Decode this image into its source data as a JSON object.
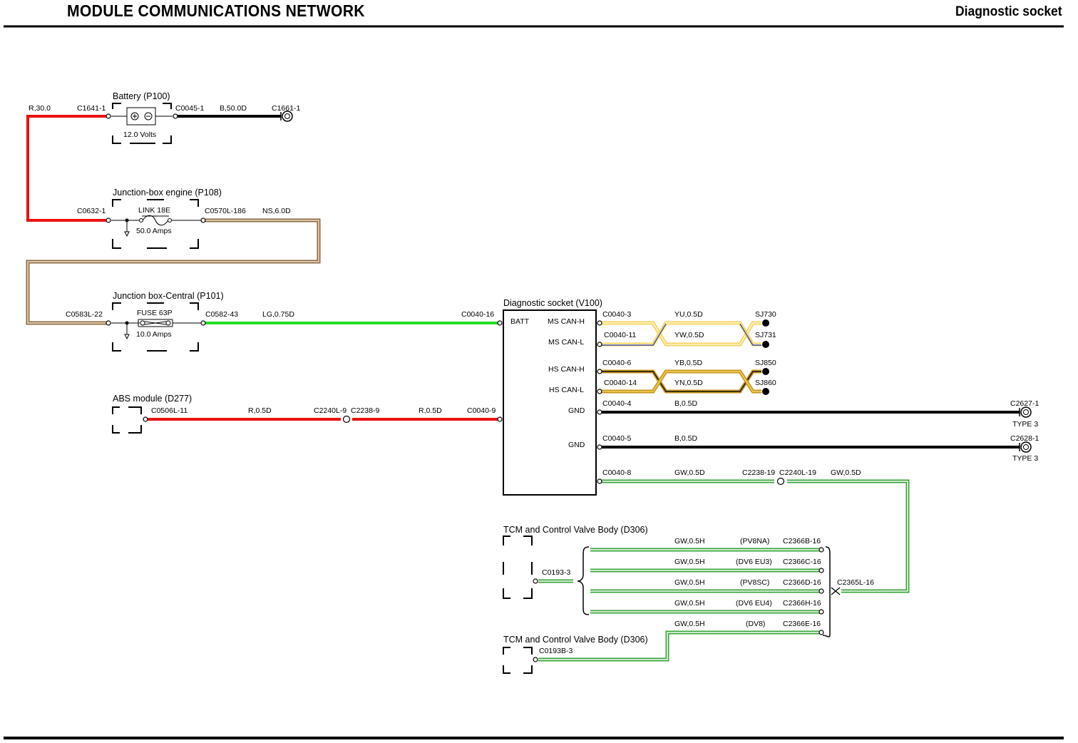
{
  "header": {
    "title": "MODULE COMMUNICATIONS NETWORK",
    "subtitle": "Diagnostic socket"
  },
  "colors": {
    "red": "#ee1111",
    "black": "#000000",
    "brown": "#a0784c",
    "natural": "#e8dcc8",
    "green": "#22dd22",
    "gw_green": "#3aa53a",
    "yellow": "#f4d35a",
    "blue": "#2233aa",
    "ochre": "#c8961e"
  },
  "components": {
    "battery": {
      "name": "Battery (P100)",
      "rating": "12.0 Volts"
    },
    "jb_engine": {
      "name": "Junction-box engine (P108)",
      "link": "LINK 18E",
      "rating": "50.0 Amps"
    },
    "jb_central": {
      "name": "Junction box-Central (P101)",
      "fuse": "FUSE 63P",
      "rating": "10.0 Amps"
    },
    "abs": {
      "name": "ABS module (D277)"
    },
    "diag": {
      "name": "Diagnostic socket (V100)",
      "pins": [
        "BATT",
        "MS CAN-H",
        "MS CAN-L",
        "HS CAN-H",
        "HS CAN-L",
        "GND",
        "GND"
      ]
    },
    "tcm1": {
      "name": "TCM and Control Valve Body (D306)"
    },
    "tcm2": {
      "name": "TCM and Control Valve Body (D306)"
    }
  },
  "connectors": {
    "c1641": "C1641-1",
    "c0045": "C0045-1",
    "c1661": "C1661-1",
    "c0632": "C0632-1",
    "c0570": "C0570L-186",
    "c0583": "C0583L-22",
    "c0582": "C0582-43",
    "c0040_16": "C0040-16",
    "c0506": "C0506L-11",
    "c2240_9": "C2240L-9",
    "c2238_9": "C2238-9",
    "c0040_9": "C0040-9",
    "c0040_3": "C0040-3",
    "c0040_11": "C0040-11",
    "c0040_6": "C0040-6",
    "c0040_14": "C0040-14",
    "c0040_4": "C0040-4",
    "c0040_5": "C0040-5",
    "c0040_8": "C0040-8",
    "sj730": "SJ730",
    "sj731": "SJ731",
    "sj850": "SJ850",
    "sj860": "SJ860",
    "c2627": "C2627-1",
    "c2628": "C2628-1",
    "type3a": "TYPE 3",
    "type3b": "TYPE 3",
    "c2238_19": "C2238-19",
    "c2240_19": "C2240L-19",
    "c2365": "C2365L-16",
    "c0193": "C0193-3",
    "c0193b": "C0193B-3",
    "c2366b": "C2366B-16",
    "c2366c": "C2366C-16",
    "c2366d": "C2366D-16",
    "c2366h": "C2366H-16",
    "c2366e": "C2366E-16"
  },
  "wires": {
    "w_r30": "R,30.0",
    "w_b50": "B,50.0D",
    "w_ns6": "NS,6.0D",
    "w_lg075": "LG,0.75D",
    "w_r05a": "R,0.5D",
    "w_r05b": "R,0.5D",
    "w_yu": "YU,0.5D",
    "w_yw": "YW,0.5D",
    "w_yb": "YB,0.5D",
    "w_yn": "YN,0.5D",
    "w_b05a": "B,0.5D",
    "w_b05b": "B,0.5D",
    "w_gw05a": "GW,0.5D",
    "w_gw05b": "GW,0.5D",
    "w_gwh1": "GW,0.5H",
    "w_gwh2": "GW,0.5H",
    "w_gwh3": "GW,0.5H",
    "w_gwh4": "GW,0.5H",
    "w_gwh5": "GW,0.5H"
  },
  "variants": {
    "v1": "(PV8NA)",
    "v2": "(DV6 EU3)",
    "v3": "(PV8SC)",
    "v4": "(DV6 EU4)",
    "v5": "(DV8)"
  }
}
